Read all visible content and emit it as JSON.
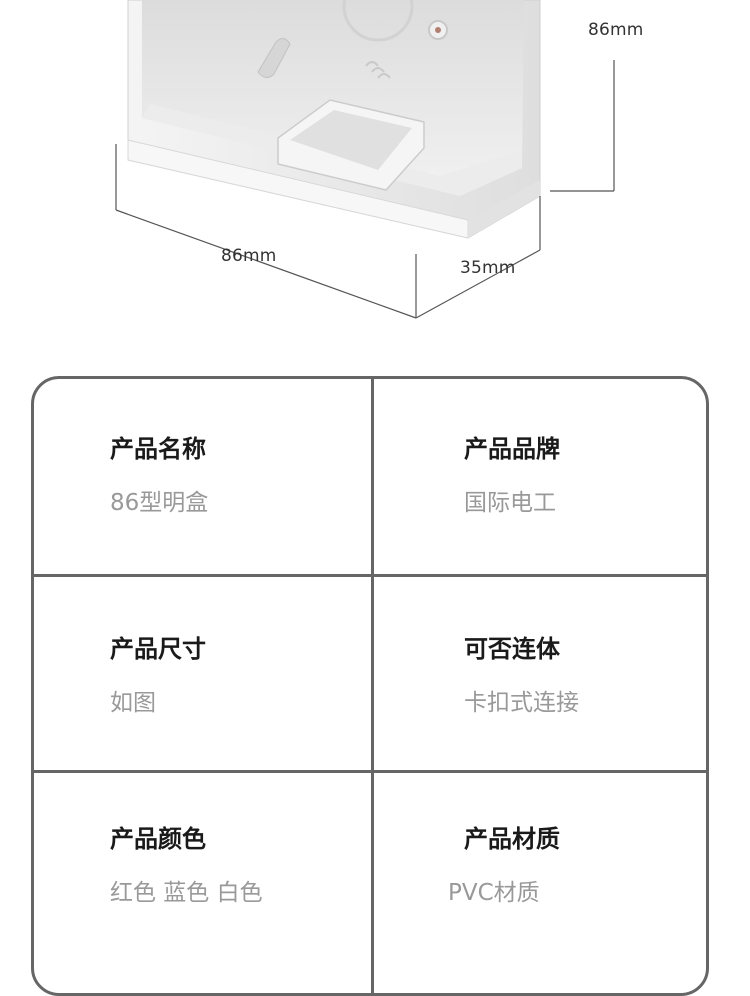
{
  "dimensions": {
    "height": "86mm",
    "width": "86mm",
    "depth": "35mm"
  },
  "specs": [
    {
      "label": "产品名称",
      "value": "86型明盒"
    },
    {
      "label": "产品品牌",
      "value": "国际电工"
    },
    {
      "label": "产品尺寸",
      "value": "如图"
    },
    {
      "label": "可否连体",
      "value": "卡扣式连接"
    },
    {
      "label": "产品颜色",
      "value": "红色 蓝色 白色"
    },
    {
      "label": "产品材质",
      "value": "PVC材质"
    }
  ],
  "colors": {
    "table_border": "#666666",
    "label_text": "#1a1a1a",
    "value_text": "#999999",
    "box_body": "#e9e9e9"
  }
}
